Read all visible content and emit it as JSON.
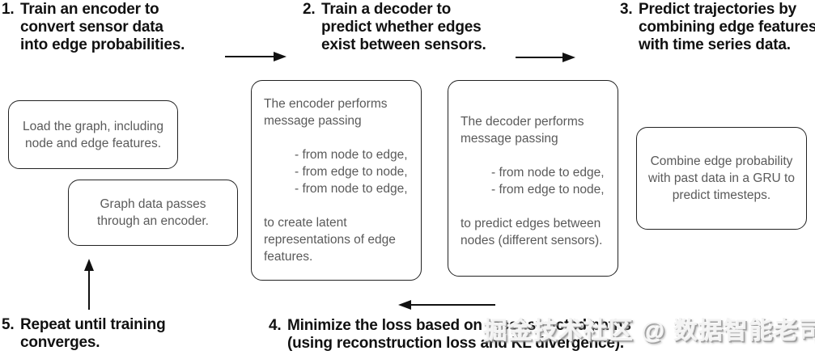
{
  "steps": {
    "step1": {
      "num": "1.",
      "lines": [
        "Train an encoder to",
        "convert sensor data",
        "into edge probabilities."
      ]
    },
    "step2": {
      "num": "2.",
      "lines": [
        "Train a decoder to",
        "predict whether edges",
        "exist between sensors."
      ]
    },
    "step3": {
      "num": "3.",
      "lines": [
        "Predict trajectories by",
        "combining edge features",
        "with time series data."
      ]
    },
    "step4": {
      "num": "4.",
      "lines": [
        "Minimize the loss based on reconstructed paths",
        "(using reconstruction loss and KL divergence)."
      ]
    },
    "step5": {
      "num": "5.",
      "lines": [
        "Repeat until training",
        "converges."
      ]
    }
  },
  "boxes": {
    "load_graph": "Load the graph, including node and edge features.",
    "pass_encoder": "Graph data passes through an encoder.",
    "encoder": {
      "intro": "The encoder performs message passing",
      "bullets": [
        "- from node to edge,",
        "- from edge to node,",
        "- from node to edge,"
      ],
      "outro": "to create latent representations of edge features."
    },
    "decoder": {
      "intro": "The decoder performs message passing",
      "bullets": [
        "- from node to edge,",
        "- from edge to node,"
      ],
      "outro": "to predict edges between nodes (different sensors)."
    },
    "gru": "Combine edge probability with past data in a GRU to predict timesteps."
  },
  "watermark": "掘金技术社区 @ 数据智能老司机",
  "colors": {
    "heading_text": "#111111",
    "box_text": "#5a5a5a",
    "box_border": "#222222",
    "background": "#ffffff",
    "arrow": "#111111",
    "watermark_gray": "#969696"
  }
}
